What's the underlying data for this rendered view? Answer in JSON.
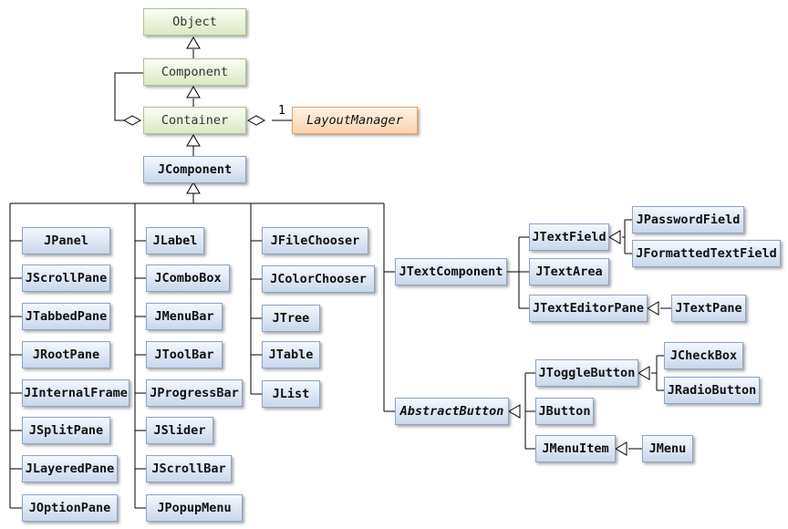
{
  "classes": {
    "object": "Object",
    "component": "Component",
    "container": "Container",
    "layout_manager": "LayoutManager",
    "jcomponent": "JComponent",
    "jpanel": "JPanel",
    "jscrollpane": "JScrollPane",
    "jtabbedpane": "JTabbedPane",
    "jrootpane": "JRootPane",
    "jinternalframe": "JInternalFrame",
    "jsplitpane": "JSplitPane",
    "jlayeredpane": "JLayeredPane",
    "joptionpane": "JOptionPane",
    "jlabel": "JLabel",
    "jcombobox": "JComboBox",
    "jmenubar": "JMenuBar",
    "jtoolbar": "JToolBar",
    "jprogressbar": "JProgressBar",
    "jslider": "JSlider",
    "jscrollbar": "JScrollBar",
    "jpopupmenu": "JPopupMenu",
    "jfilechooser": "JFileChooser",
    "jcolorchooser": "JColorChooser",
    "jtree": "JTree",
    "jtable": "JTable",
    "jlist": "JList",
    "jtextcomponent": "JTextComponent",
    "jtextfield": "JTextField",
    "jtextarea": "JTextArea",
    "jtexteditorpane": "JTextEditorPane",
    "jpasswordfield": "JPasswordField",
    "jformattedtextfield": "JFormattedTextField",
    "jtextpane": "JTextPane",
    "abstractbutton": "AbstractButton",
    "jtogglebutton": "JToggleButton",
    "jbutton": "JButton",
    "jmenuitem": "JMenuItem",
    "jcheckbox": "JCheckBox",
    "jradiobutton": "JRadioButton",
    "jmenu": "JMenu"
  },
  "multiplicity": "1",
  "colors": {
    "awt_fill": "#dbe8c4",
    "swing_fill": "#c9d7ea",
    "interface_fill": "#fbd3ad",
    "line": "#000000"
  }
}
